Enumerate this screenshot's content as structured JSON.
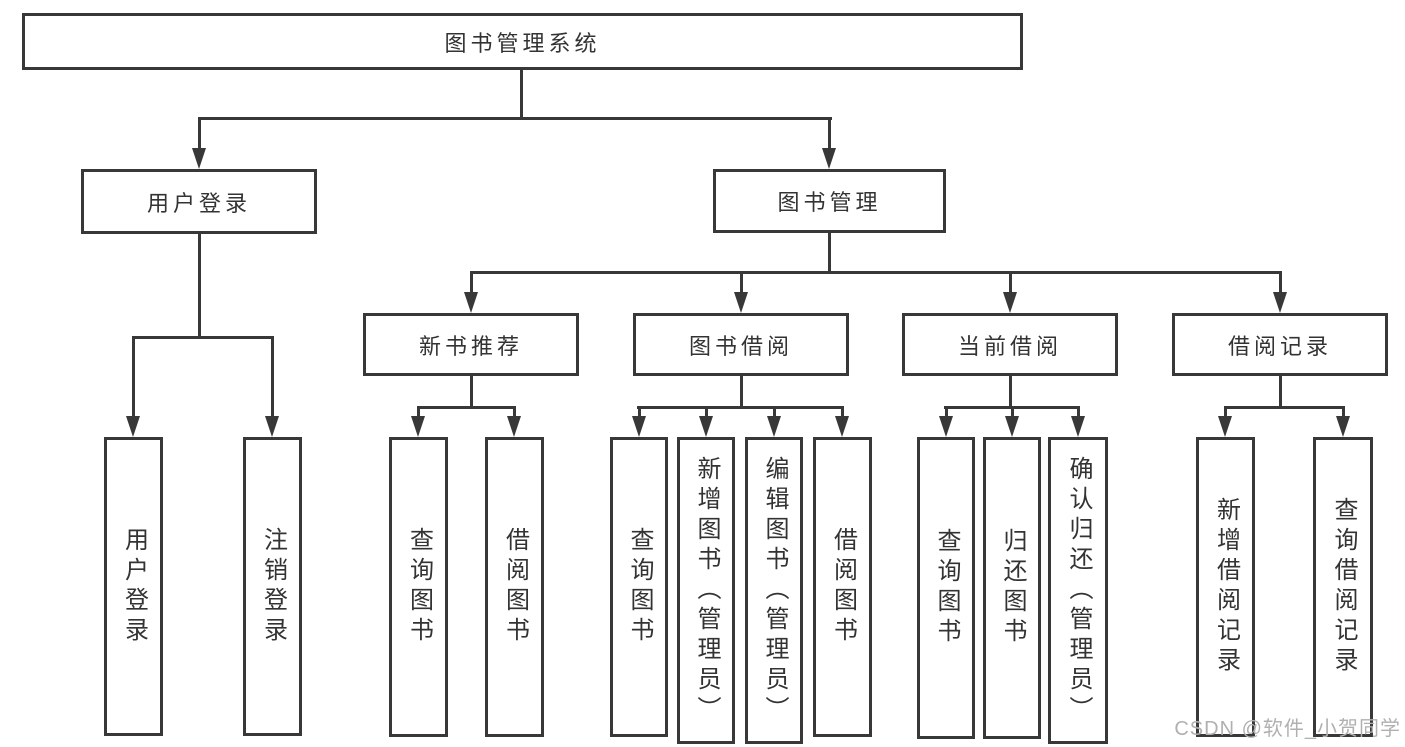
{
  "diagram": {
    "watermark": "CSDN @软件_小贺同学",
    "colors": {
      "line": "#383838",
      "text": "#333333",
      "watermark": "#b0b0b0",
      "background": "#ffffff"
    },
    "tree": {
      "label": "图书管理系统",
      "children": [
        {
          "label": "用户登录",
          "children": [
            {
              "label": "用户登录"
            },
            {
              "label": "注销登录"
            }
          ]
        },
        {
          "label": "图书管理",
          "children": [
            {
              "label": "新书推荐",
              "children": [
                {
                  "label": "查询图书"
                },
                {
                  "label": "借阅图书"
                }
              ]
            },
            {
              "label": "图书借阅",
              "children": [
                {
                  "label": "查询图书"
                },
                {
                  "label": "新增图书（管理员）"
                },
                {
                  "label": "编辑图书（管理员）"
                },
                {
                  "label": "借阅图书"
                }
              ]
            },
            {
              "label": "当前借阅",
              "children": [
                {
                  "label": "查询图书"
                },
                {
                  "label": "归还图书"
                },
                {
                  "label": "确认归还（管理员）"
                }
              ]
            },
            {
              "label": "借阅记录",
              "children": [
                {
                  "label": "新增借阅记录"
                },
                {
                  "label": "查询借阅记录"
                }
              ]
            }
          ]
        }
      ]
    }
  }
}
